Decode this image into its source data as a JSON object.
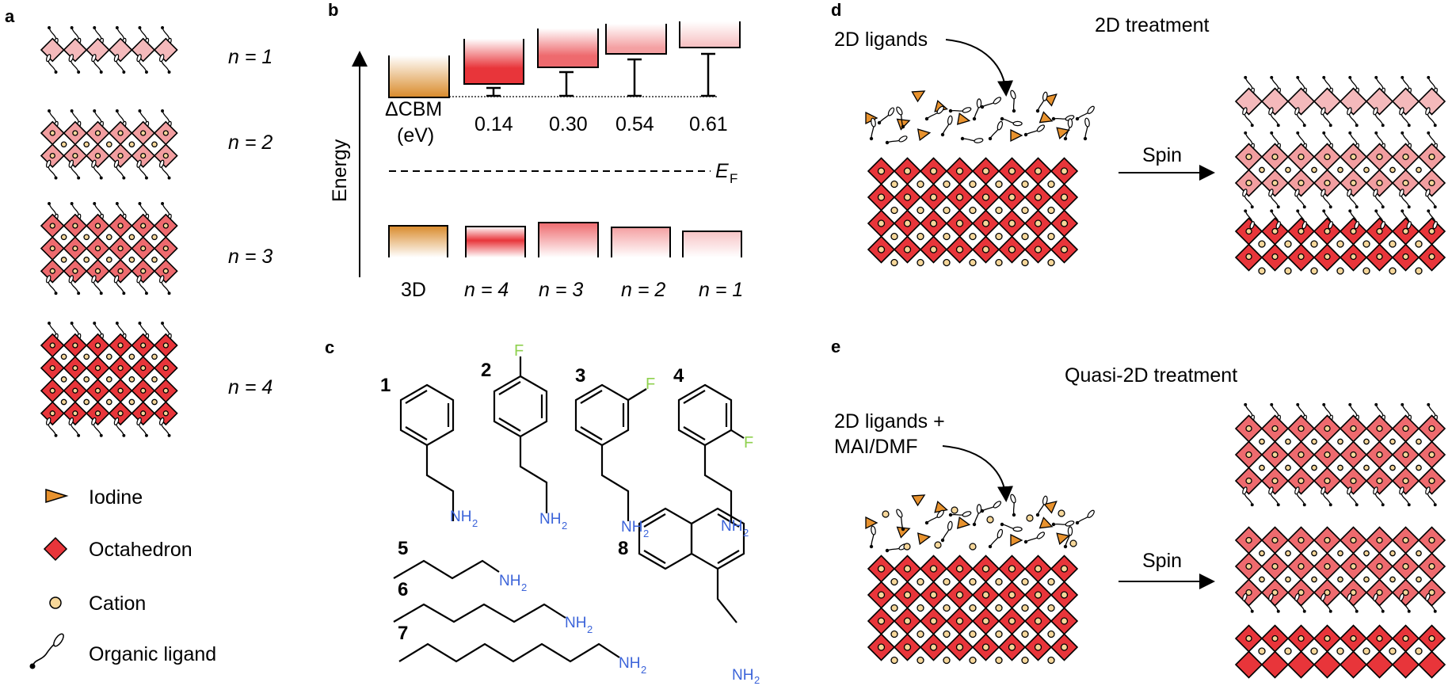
{
  "panel_a": {
    "letter": "a",
    "labels": [
      "n = 1",
      "n = 2",
      "n = 3",
      "n = 4"
    ],
    "legend": [
      {
        "icon": "iodine-icon",
        "label": "Iodine",
        "color": "#e8922e"
      },
      {
        "icon": "octahedron-icon",
        "label": "Octahedron",
        "color": "#e8353a"
      },
      {
        "icon": "cation-icon",
        "label": "Cation",
        "color": "#f6d79a"
      },
      {
        "icon": "organic-ligand-icon",
        "label": "Organic ligand"
      }
    ]
  },
  "panel_b": {
    "letter": "b",
    "axis_label": "Energy",
    "delta_label_1": "ΔCBM",
    "delta_label_2": "(eV)",
    "deltas": [
      "0.14",
      "0.30",
      "0.54",
      "0.61"
    ],
    "fermi_label": "E",
    "fermi_sub": "F",
    "phases": [
      "3D",
      "n = 4",
      "n = 3",
      "n = 2",
      "n = 1"
    ],
    "colors": {
      "bulk": "#d98a2a",
      "n4": "#e8353a",
      "n3": "#ec6e72",
      "n2": "#f29ea0",
      "n1": "#f6c1c2"
    }
  },
  "panel_c": {
    "letter": "c",
    "numbers": [
      "1",
      "2",
      "3",
      "4",
      "5",
      "6",
      "7",
      "8"
    ],
    "amine": "NH",
    "amine_sub": "2",
    "fluorine": "F"
  },
  "panel_d": {
    "letter": "d",
    "title": "2D treatment",
    "input_label": "2D ligands",
    "arrow_label": "Spin"
  },
  "panel_e": {
    "letter": "e",
    "title": "Quasi-2D treatment",
    "input_label_1": "2D ligands +",
    "input_label_2": "MAI/DMF",
    "arrow_label": "Spin"
  }
}
